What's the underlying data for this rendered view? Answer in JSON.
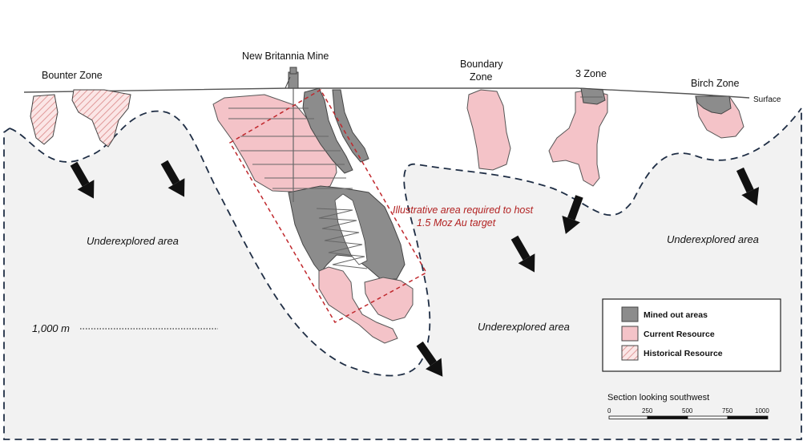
{
  "zones": {
    "bounter": "Bounter Zone",
    "new_britannia": "New Britannia Mine",
    "boundary_line1": "Boundary",
    "boundary_line2": "Zone",
    "three_zone": "3 Zone",
    "birch": "Birch Zone",
    "surface": "Surface"
  },
  "annotations": {
    "underexplored": "Underexplored area",
    "target_line1": "Illustrative area required to host",
    "target_line2": "1.5 Moz Au target",
    "depth_label": "1,000 m"
  },
  "legend": {
    "items": [
      {
        "label": "Mined out areas",
        "fill": "#8c8c8c",
        "hatched": false
      },
      {
        "label": "Current Resource",
        "fill": "#f4c3c8",
        "hatched": false
      },
      {
        "label": "Historical Resource",
        "fill": "#fbe6e6",
        "hatched": true
      }
    ],
    "section_title": "Section looking southwest",
    "scale_ticks": [
      "0",
      "250",
      "500",
      "750",
      "1000"
    ]
  },
  "colors": {
    "mined": "#8c8c8c",
    "current": "#f4c3c8",
    "historical": "#fbe6e6",
    "hatch": "#e09a9a",
    "underexplored_fill": "#f2f2f2",
    "dashed_border": "#1f2e45",
    "target_box": "#c0282d"
  },
  "icons": [
    "down-right-arrow-icon",
    "headframe-icon"
  ]
}
